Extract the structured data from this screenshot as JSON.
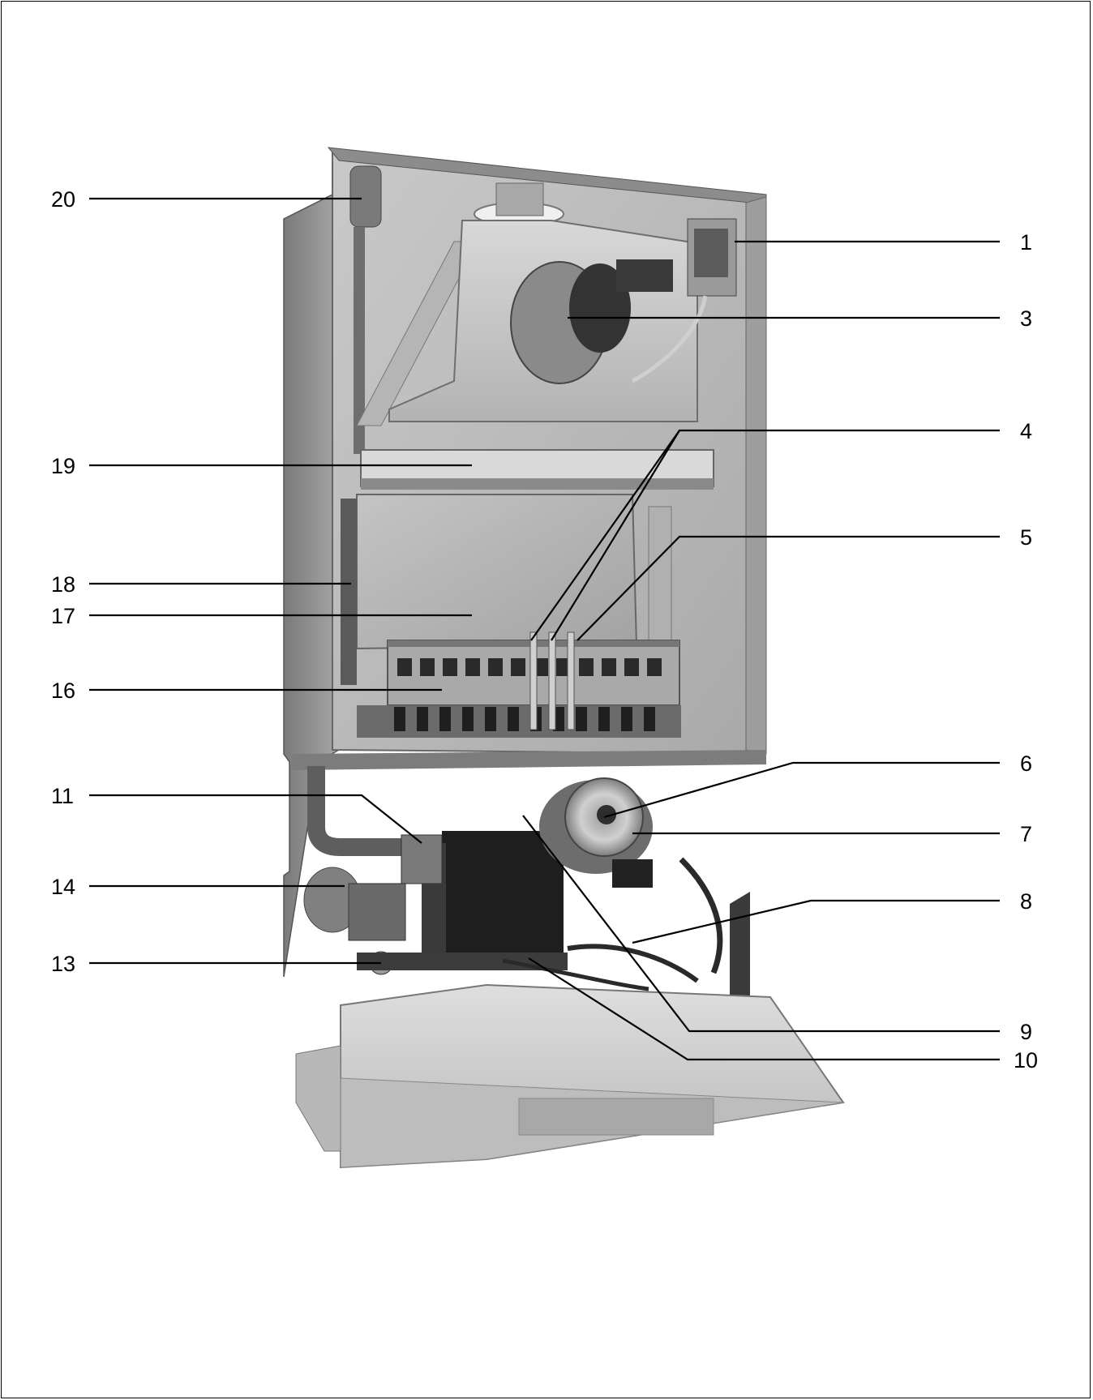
{
  "figure": {
    "subject": "wall-mounted gas boiler with front casing removed",
    "callouts": [
      {
        "id": "c1",
        "label": "1"
      },
      {
        "id": "c3",
        "label": "3"
      },
      {
        "id": "c4",
        "label": "4"
      },
      {
        "id": "c5",
        "label": "5"
      },
      {
        "id": "c6",
        "label": "6"
      },
      {
        "id": "c7",
        "label": "7"
      },
      {
        "id": "c8",
        "label": "8"
      },
      {
        "id": "c9",
        "label": "9"
      },
      {
        "id": "c10",
        "label": "10"
      },
      {
        "id": "c11",
        "label": "11"
      },
      {
        "id": "c13",
        "label": "13"
      },
      {
        "id": "c14",
        "label": "14"
      },
      {
        "id": "c16",
        "label": "16"
      },
      {
        "id": "c17",
        "label": "17"
      },
      {
        "id": "c18",
        "label": "18"
      },
      {
        "id": "c19",
        "label": "19"
      },
      {
        "id": "c20",
        "label": "20"
      }
    ]
  },
  "colors": {
    "frame": "#000000",
    "metal_light": "#b8b8b8",
    "metal_mid": "#8f8f8f",
    "metal_dark": "#5e5e5e",
    "black_part": "#1e1e1e"
  }
}
